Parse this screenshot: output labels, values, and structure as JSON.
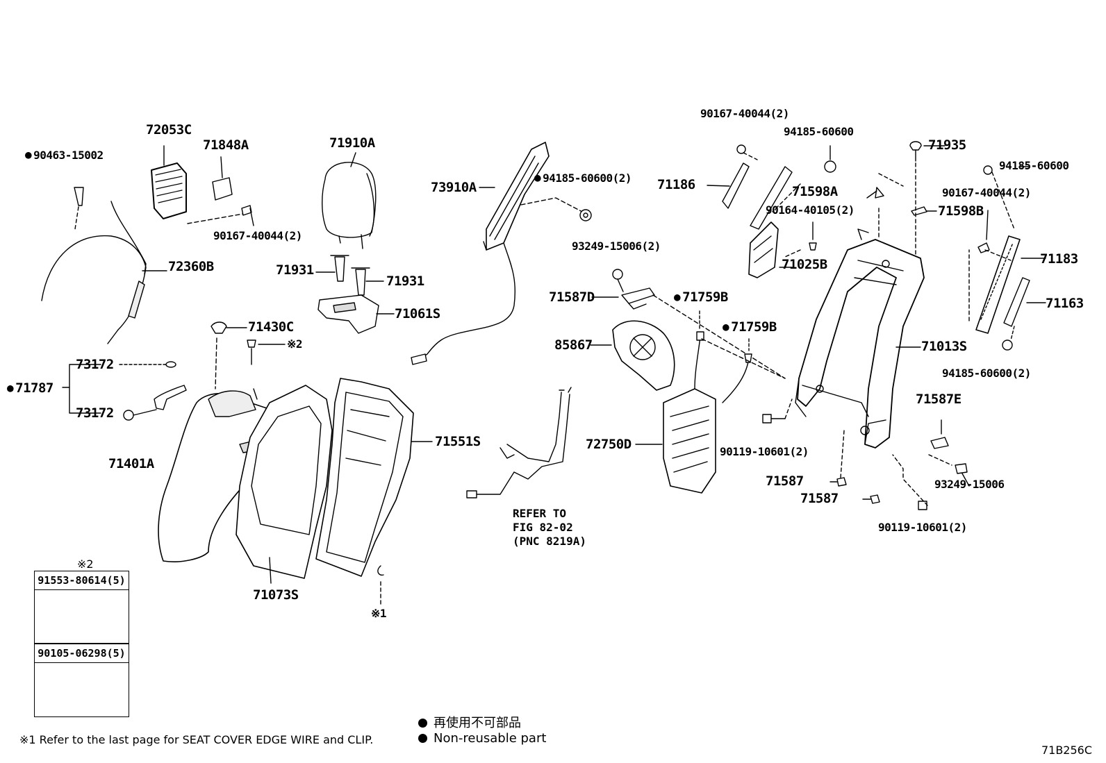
{
  "labels": {
    "p90463": "90463-15002",
    "p72053c": "72053C",
    "p71848a": "71848A",
    "p71910a": "71910A",
    "p73910a": "73910A",
    "p94185_2a": "94185-60600(2)",
    "p90167_top": "90167-40044(2)",
    "p94185_top": "94185-60600",
    "p71935": "71935",
    "p94185_r": "94185-60600",
    "p71186": "71186",
    "p71598a": "71598A",
    "p71598b": "71598B",
    "p90164": "90164-40105(2)",
    "p90167_r": "90167-40044(2)",
    "p90167_l": "90167-40044(2)",
    "p72360b": "72360B",
    "p71931a": "71931",
    "p71931b": "71931",
    "p93249_2": "93249-15006(2)",
    "p71025b": "71025B",
    "p71183": "71183",
    "p71061s": "71061S",
    "p71587d": "71587D",
    "p71759b_1": "71759B",
    "p71163": "71163",
    "p71430c": "71430C",
    "p71759b_2": "71759B",
    "p85867": "85867",
    "p71013s": "71013S",
    "p73172a": "73172",
    "p71787": "71787",
    "p73172b": "73172",
    "p94185_br": "94185-60600(2)",
    "p71587e": "71587E",
    "p71551s": "71551S",
    "p72750d": "72750D",
    "p90119_a": "90119-10601(2)",
    "p71401a": "71401A",
    "p71587a": "71587",
    "p93249": "93249-15006",
    "p71587b": "71587",
    "p90119_b": "90119-10601(2)",
    "p71073s": "71073S",
    "note2": "※2",
    "note1": "※1"
  },
  "refer": {
    "line1": "REFER TO",
    "line2": "FIG 82-02",
    "line3": "(PNC 8219A)"
  },
  "inset": {
    "note": "※2",
    "box1_header": "91553-80614(5)",
    "box2_header": "90105-06298(5)"
  },
  "footer": {
    "note1": "※1 Refer to the last page for SEAT COVER EDGE WIRE and CLIP.",
    "legend_jp": "再使用不可部品",
    "legend_en": "Non-reusable part",
    "drawing_code": "71B256C"
  }
}
